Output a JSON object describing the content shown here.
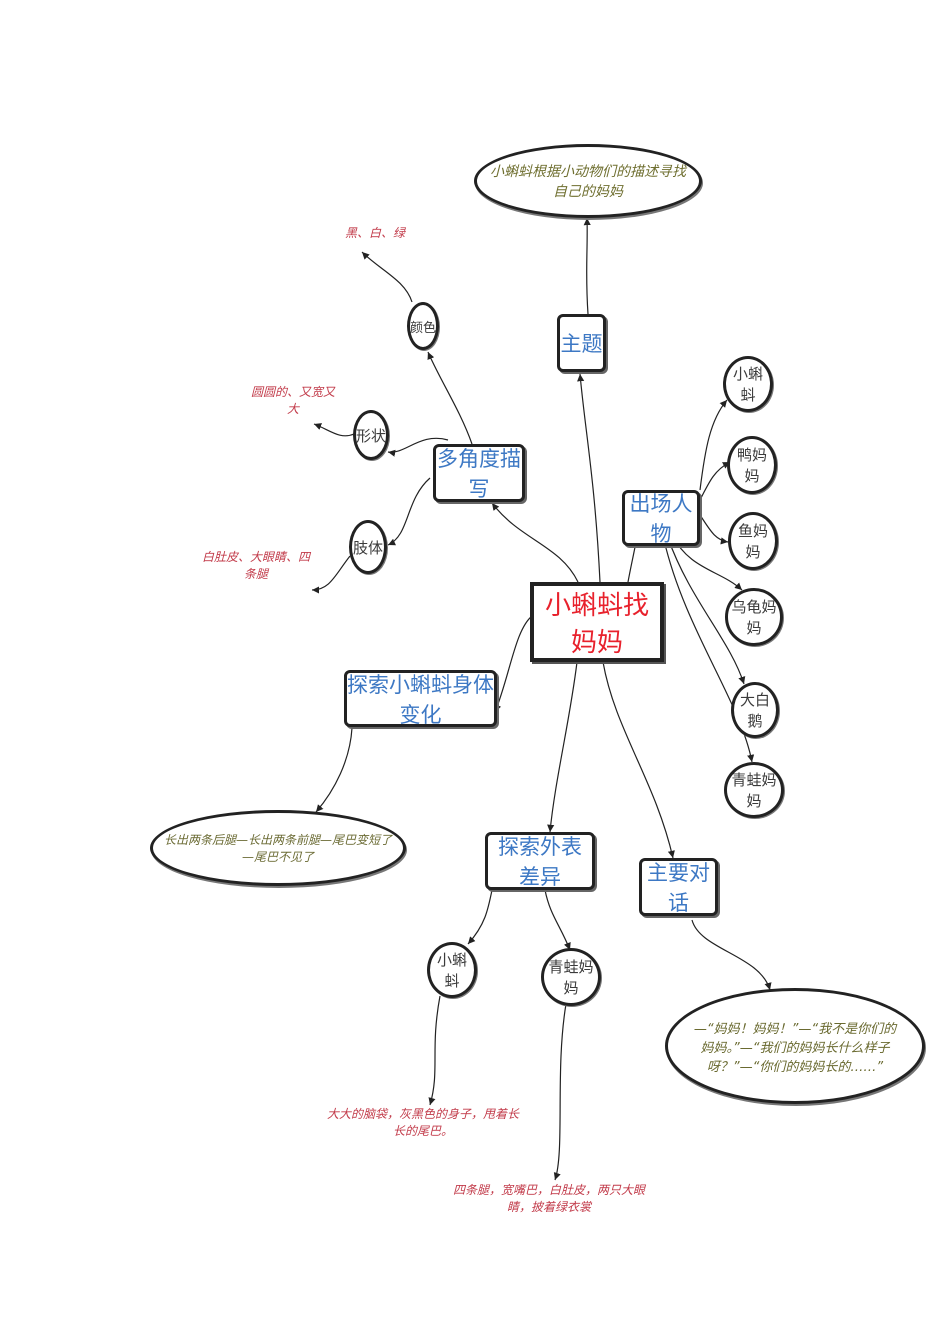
{
  "center": {
    "label": "小蝌蚪找妈妈"
  },
  "theme": {
    "label": "主题",
    "detail": "小蝌蚪根据小动物们的描述寻找自己的妈妈"
  },
  "description": {
    "label": "多角度描写",
    "color": {
      "label": "颜色",
      "detail": "黑、白、绿"
    },
    "shape": {
      "label": "形状",
      "detail": "圆圆的、又宽又大"
    },
    "limbs": {
      "label": "肢体",
      "detail": "白肚皮、大眼睛、四条腿"
    }
  },
  "characters": {
    "label": "出场人物",
    "items": [
      {
        "label": "小蝌蚪"
      },
      {
        "label": "鸭妈妈"
      },
      {
        "label": "鱼妈妈"
      },
      {
        "label": "乌龟妈妈"
      },
      {
        "label": "大白鹅"
      },
      {
        "label": "青蛙妈妈"
      }
    ]
  },
  "body_change": {
    "label": "探索小蝌蚪身体变化",
    "detail": "长出两条后腿—长出两条前腿—尾巴变短了—尾巴不见了"
  },
  "appearance": {
    "label": "探索外表差异",
    "tadpole": {
      "label": "小蝌蚪",
      "detail": "大大的脑袋，灰黑色的身子，甩着长长的尾巴。"
    },
    "frog": {
      "label": "青蛙妈妈",
      "detail": "四条腿，宽嘴巴，白肚皮，两只大眼睛，披着绿衣裳"
    }
  },
  "dialogue": {
    "label": "主要对话",
    "detail": "—“妈妈！妈妈！”—“我不是你们的妈妈。”—“我们的妈妈长什么样子呀？”—“你们的妈妈长的……”"
  }
}
